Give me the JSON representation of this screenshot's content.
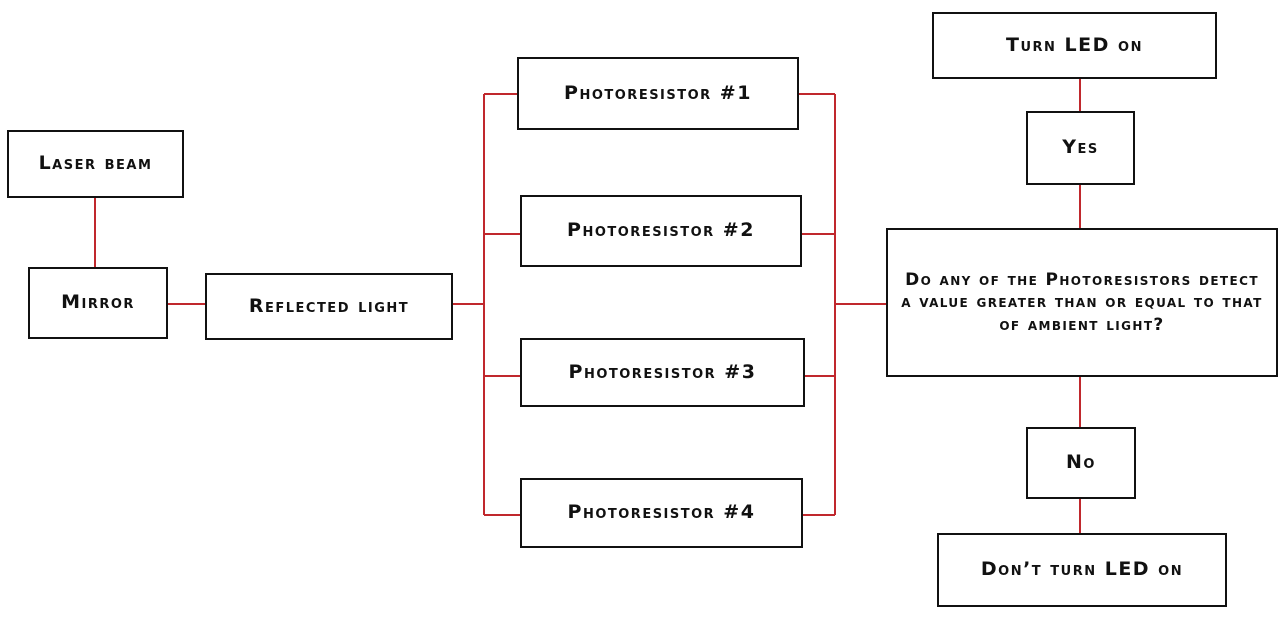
{
  "diagram": {
    "line_color": "#c0282d",
    "nodes": {
      "laser_beam": "Laser beam",
      "mirror": "Mirror",
      "reflected_light": "Reflected light",
      "photoresistor_1": "Photoresistor #1",
      "photoresistor_2": "Photoresistor #2",
      "photoresistor_3": "Photoresistor #3",
      "photoresistor_4": "Photoresistor #4",
      "decision": "Do any of the Photoresistors detect a value greater than or equal to that of ambient light?",
      "yes": "Yes",
      "no": "No",
      "turn_led_on": "Turn LED on",
      "dont_turn_led_on": "Don’t turn LED on"
    },
    "edges": [
      [
        "laser_beam",
        "mirror"
      ],
      [
        "mirror",
        "reflected_light"
      ],
      [
        "reflected_light",
        "photoresistor_1"
      ],
      [
        "reflected_light",
        "photoresistor_2"
      ],
      [
        "reflected_light",
        "photoresistor_3"
      ],
      [
        "reflected_light",
        "photoresistor_4"
      ],
      [
        "photoresistor_1",
        "decision"
      ],
      [
        "photoresistor_2",
        "decision"
      ],
      [
        "photoresistor_3",
        "decision"
      ],
      [
        "photoresistor_4",
        "decision"
      ],
      [
        "decision",
        "yes"
      ],
      [
        "yes",
        "turn_led_on"
      ],
      [
        "decision",
        "no"
      ],
      [
        "no",
        "dont_turn_led_on"
      ]
    ]
  }
}
